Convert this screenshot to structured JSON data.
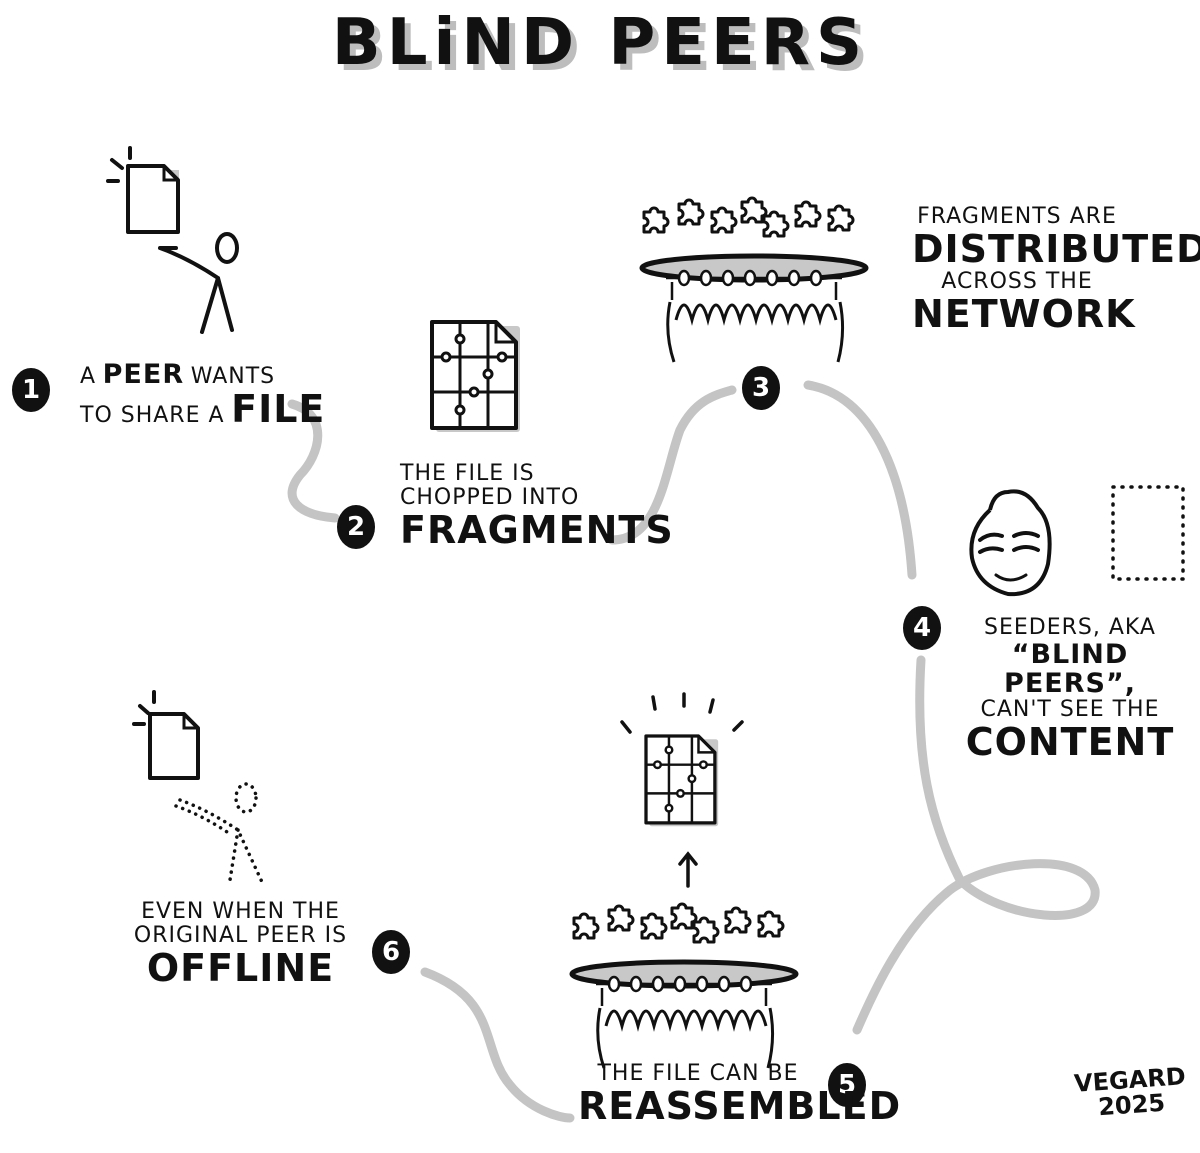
{
  "title": "BLiND PEERS",
  "colors": {
    "ink": "#111111",
    "shadow": "#bdbdbd",
    "connector": "#c4c4c4",
    "background": "#ffffff"
  },
  "steps": [
    {
      "number": "1",
      "icon": "person-holding-file-icon",
      "lines": [
        "A",
        "PEER",
        "WANTS",
        "TO SHARE A",
        "FILE"
      ]
    },
    {
      "number": "2",
      "icon": "puzzle-file-icon",
      "lines": [
        "THE FILE IS",
        "CHOPPED INTO",
        "FRAGMENTS"
      ]
    },
    {
      "number": "3",
      "icon": "fragments-over-network-icon",
      "lines": [
        "FRAGMENTS ARE",
        "DISTRIBUTED",
        "ACROSS THE",
        "NETWORK"
      ]
    },
    {
      "number": "4",
      "icon": "blindfolded-face-icon",
      "lines": [
        "SEEDERS, AKA",
        "“BLIND PEERS”,",
        "CAN'T SEE THE",
        "CONTENT"
      ]
    },
    {
      "number": "5",
      "icon": "reassembled-file-icon",
      "lines": [
        "THE FILE CAN BE",
        "REASSEMBLED"
      ]
    },
    {
      "number": "6",
      "icon": "offline-person-icon",
      "lines": [
        "EVEN WHEN THE",
        "ORIGINAL PEER IS",
        "OFFLINE"
      ]
    }
  ],
  "signature": {
    "name": "VEGARD",
    "year": "2025"
  }
}
